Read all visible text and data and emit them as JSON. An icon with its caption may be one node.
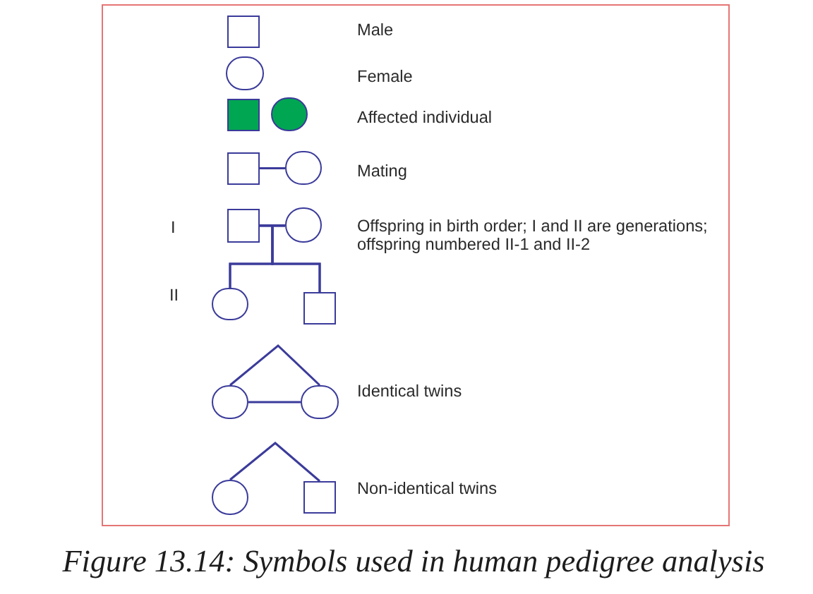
{
  "diagram": {
    "caption": "Figure 13.14: Symbols used in human pedigree analysis",
    "nodes": [
      {
        "text": [],
        "shape": "box"
      },
      {
        "text": [],
        "shape": "circle"
      },
      {
        "text": [],
        "shape": "box"
      },
      {
        "text": [],
        "shape": "circle"
      },
      {
        "text": [],
        "shape": "box"
      },
      {
        "text": [],
        "shape": "circle"
      },
      {
        "text": [],
        "shape": "box"
      },
      {
        "text": [],
        "shape": "circle"
      },
      {
        "text": [],
        "shape": "circle"
      },
      {
        "text": [],
        "shape": "box"
      },
      {
        "text": [],
        "shape": "circle"
      },
      {
        "text": [],
        "shape": "circle"
      },
      {
        "text": [],
        "shape": "circle"
      },
      {
        "text": [],
        "shape": "box"
      }
    ],
    "edges": [
      {
        "from": 4,
        "to": 5,
        "arrow": "none"
      },
      {
        "from": 6,
        "to": 7,
        "arrow": "none"
      },
      {
        "from": 6,
        "to": 8,
        "arrow": "none"
      },
      {
        "from": 6,
        "to": 9,
        "arrow": "none"
      },
      {
        "from": 7,
        "to": 8,
        "arrow": "none"
      },
      {
        "from": 7,
        "to": 9,
        "arrow": "none"
      },
      {
        "from": 10,
        "to": 11,
        "arrow": "none"
      },
      {
        "from": 10,
        "to": 11,
        "arrow": "none"
      },
      {
        "from": 12,
        "to": 13,
        "arrow": "none"
      }
    ],
    "labels": [
      "Male",
      "Female",
      "Affected individual",
      "Mating",
      "I",
      "Offspring in birth order; I and II are generations; offspring numbered II-1 and II-2",
      "II",
      "Identical twins",
      "Non-identical twins"
    ]
  }
}
